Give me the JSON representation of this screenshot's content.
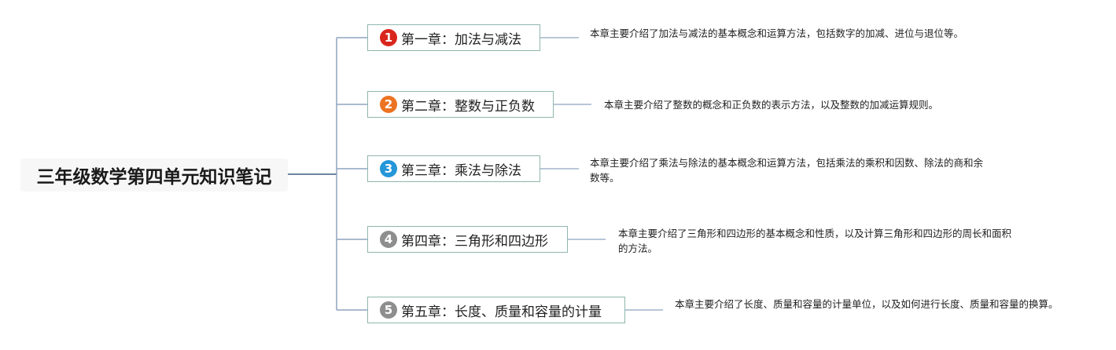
{
  "root": {
    "title": "三年级数学第四单元知识笔记"
  },
  "chapters": [
    {
      "number": "1",
      "title": "第一章：加法与减法",
      "badge_color": "#d9261c",
      "description": "本章主要介绍了加法与减法的基本概念和运算方法，包括数字的加减、进位与退位等。"
    },
    {
      "number": "2",
      "title": "第二章：整数与正负数",
      "badge_color": "#ec7322",
      "description": "本章主要介绍了整数的概念和正负数的表示方法，以及整数的加减运算规则。"
    },
    {
      "number": "3",
      "title": "第三章：乘法与除法",
      "badge_color": "#2596d8",
      "description": "本章主要介绍了乘法与除法的基本概念和运算方法，包括乘法的乘积和因数、除法的商和余数等。"
    },
    {
      "number": "4",
      "title": "第四章：三角形和四边形",
      "badge_color": "#8e8e8e",
      "description": "本章主要介绍了三角形和四边形的基本概念和性质，以及计算三角形和四边形的周长和面积的方法。"
    },
    {
      "number": "5",
      "title": "第五章：长度、质量和容量的计量",
      "badge_color": "#8e8e8e",
      "description": "本章主要介绍了长度、质量和容量的计量单位，以及如何进行长度、质量和容量的换算。"
    }
  ],
  "colors": {
    "root_connector": "#3d5a80",
    "branch_connector": "#8fa3bf",
    "chapter_border": "#8fb6ae"
  }
}
